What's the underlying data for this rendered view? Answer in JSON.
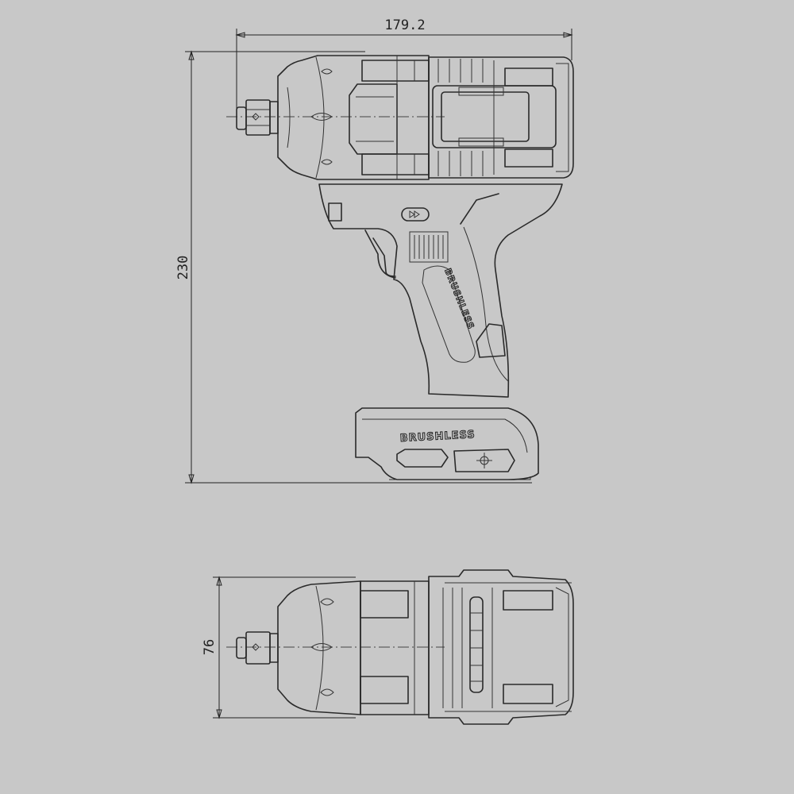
{
  "dimensions": {
    "width_label": "179.2",
    "height_label": "230",
    "depth_label": "76"
  },
  "branding": {
    "grip_text": "BRUSHLESS",
    "base_text": "BRUSHLESS"
  },
  "colors": {
    "background": "#c8c8c8",
    "line": "#2a2a2a"
  }
}
